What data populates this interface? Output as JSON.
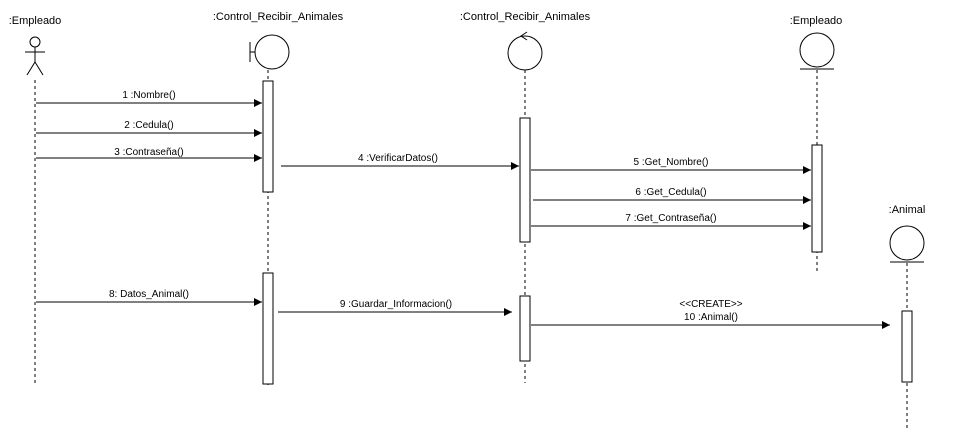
{
  "participants": [
    {
      "id": "empleado_actor",
      "label": ":Empleado",
      "type": "actor"
    },
    {
      "id": "control_boundary",
      "label": ":Control_Recibir_Animales",
      "type": "boundary"
    },
    {
      "id": "control_control",
      "label": ":Control_Recibir_Animales",
      "type": "control"
    },
    {
      "id": "empleado_entity",
      "label": ":Empleado",
      "type": "entity"
    },
    {
      "id": "animal_entity",
      "label": ":Animal",
      "type": "entity"
    }
  ],
  "messages": [
    {
      "n": 1,
      "label": "1 :Nombre()",
      "from": "empleado_actor",
      "to": "control_boundary"
    },
    {
      "n": 2,
      "label": "2 :Cedula()",
      "from": "empleado_actor",
      "to": "control_boundary"
    },
    {
      "n": 3,
      "label": "3 :Contraseña()",
      "from": "empleado_actor",
      "to": "control_boundary"
    },
    {
      "n": 4,
      "label": "4 :VerificarDatos()",
      "from": "control_boundary",
      "to": "control_control"
    },
    {
      "n": 5,
      "label": "5 :Get_Nombre()",
      "from": "control_control",
      "to": "empleado_entity"
    },
    {
      "n": 6,
      "label": "6 :Get_Cedula()",
      "from": "control_control",
      "to": "empleado_entity"
    },
    {
      "n": 7,
      "label": "7 :Get_Contraseña()",
      "from": "control_control",
      "to": "empleado_entity"
    },
    {
      "n": 8,
      "label": "8: Datos_Animal()",
      "from": "empleado_actor",
      "to": "control_boundary"
    },
    {
      "n": 9,
      "label": "9 :Guardar_Informacion()",
      "from": "control_boundary",
      "to": "control_control"
    },
    {
      "n": 10,
      "label": "10 :Animal()",
      "stereotype": "<<CREATE>>",
      "from": "control_control",
      "to": "animal_entity"
    }
  ]
}
